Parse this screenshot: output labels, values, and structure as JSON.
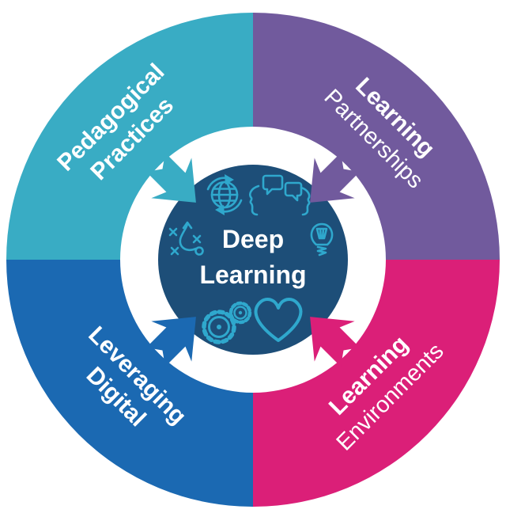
{
  "diagram": {
    "title": "Deep Learning"
  },
  "colors": {
    "text": "#FFFFFF",
    "background": "#FFFFFF"
  },
  "center": {
    "line1": "Deep",
    "line2": "Learning",
    "bg_color": "#1D4E78",
    "icon_color": "#2FA8CD",
    "icons": [
      {
        "name": "strategy-icon"
      },
      {
        "name": "globe-icon"
      },
      {
        "name": "speech-bubbles-icon"
      },
      {
        "name": "lightbulb-icon"
      },
      {
        "name": "gears-icon"
      },
      {
        "name": "heart-icon"
      }
    ]
  },
  "quadrants": [
    {
      "id": "pedagogical-practices",
      "line1": "Pedagogical",
      "line2": "Practices",
      "color": "#39ACC4",
      "position": "top-left"
    },
    {
      "id": "learning-partnerships",
      "line1": "Learning",
      "line2": "Partnerships",
      "color": "#715A9D",
      "position": "top-right"
    },
    {
      "id": "learning-environments",
      "line1": "Learning",
      "line2": "Environments",
      "color": "#DB1F78",
      "position": "bottom-right"
    },
    {
      "id": "leveraging-digital",
      "line1": "Leveraging",
      "line2": "Digital",
      "color": "#1B69B2",
      "position": "bottom-left"
    }
  ]
}
